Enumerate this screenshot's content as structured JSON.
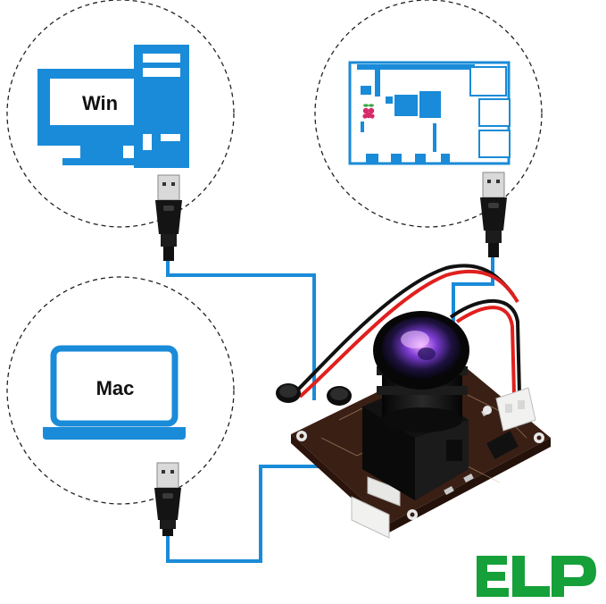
{
  "win_label": "Win",
  "mac_label": "Mac",
  "brand_logo": "ELP",
  "colors": {
    "accent_blue": "#1a8bd8",
    "cable_red": "#e0201e",
    "logo_green": "#16a03a",
    "pcb_brown": "#3a1f14"
  },
  "icons": [
    "windows-pc-icon",
    "raspberry-pi-board-icon",
    "mac-laptop-icon",
    "usb-plug-icon",
    "camera-module"
  ]
}
